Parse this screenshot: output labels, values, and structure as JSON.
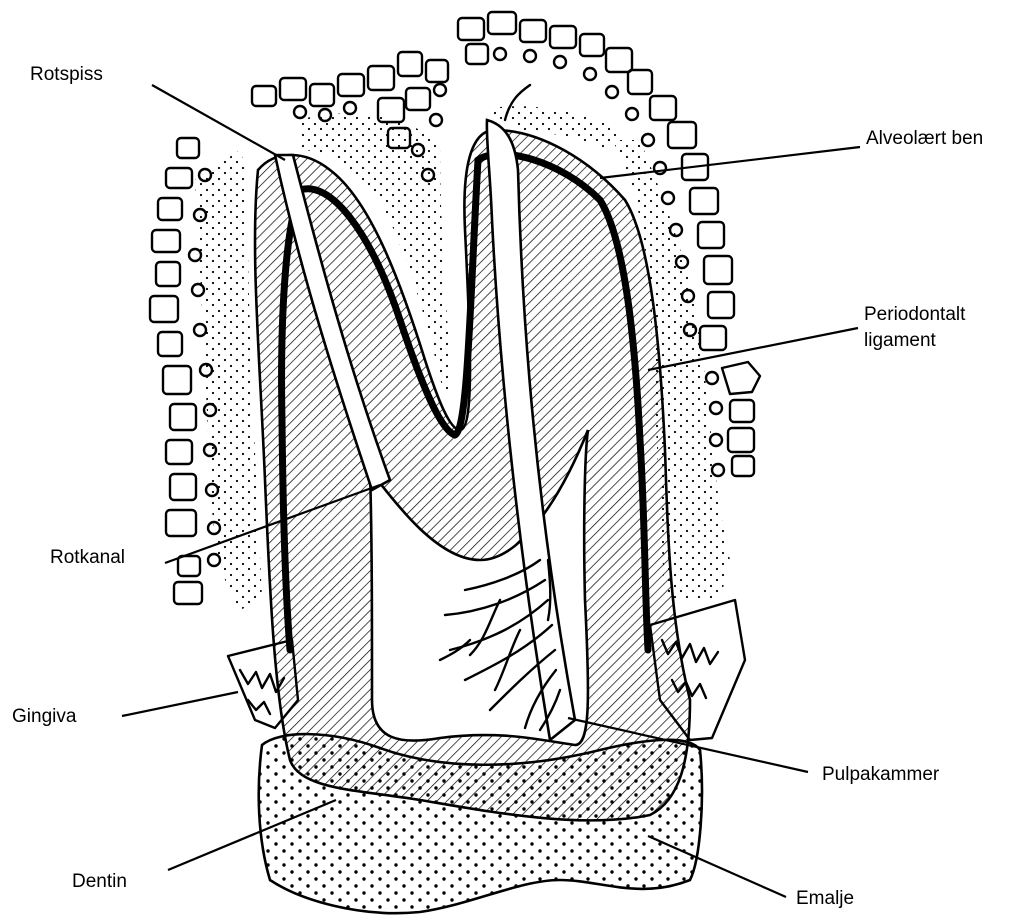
{
  "labels": {
    "rotspiss": "Rotspiss",
    "alveolaert_ben": "Alveolært ben",
    "periodontalt_line1": "Periodontalt",
    "periodontalt_line2": "ligament",
    "rotkanal": "Rotkanal",
    "gingiva": "Gingiva",
    "pulpakammer": "Pulpakammer",
    "dentin": "Dentin",
    "emalje": "Emalje"
  },
  "colors": {
    "ink": "#000000",
    "paper": "#ffffff"
  }
}
